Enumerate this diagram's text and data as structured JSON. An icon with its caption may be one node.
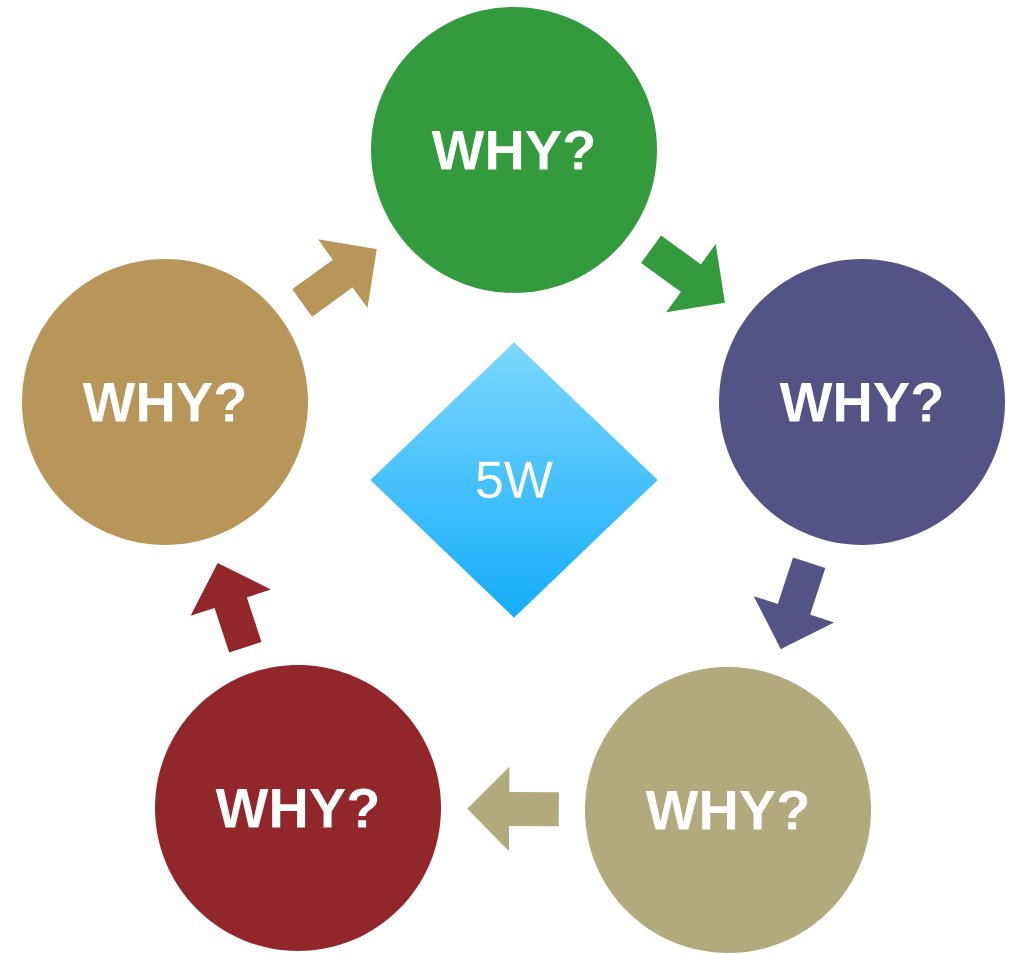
{
  "diagram": {
    "nodes": [
      {
        "text": [
          "WHY?"
        ]
      },
      {
        "text": [
          "WHY?"
        ]
      },
      {
        "text": [
          "WHY?"
        ]
      },
      {
        "text": [
          "WHY?"
        ]
      },
      {
        "text": [
          "WHY?"
        ]
      },
      {
        "text": [
          "5W"
        ]
      }
    ],
    "edges": [
      {
        "from": 0,
        "to": 1,
        "arrow": "to",
        "color": "#339b3d"
      },
      {
        "from": 1,
        "to": 2,
        "arrow": "to",
        "color": "#535385"
      },
      {
        "from": 2,
        "to": 3,
        "arrow": "to",
        "color": "#b1aa7d"
      },
      {
        "from": 3,
        "to": 4,
        "arrow": "to",
        "color": "#91272b"
      },
      {
        "from": 4,
        "to": 0,
        "arrow": "to",
        "color": "#b89558"
      }
    ]
  }
}
